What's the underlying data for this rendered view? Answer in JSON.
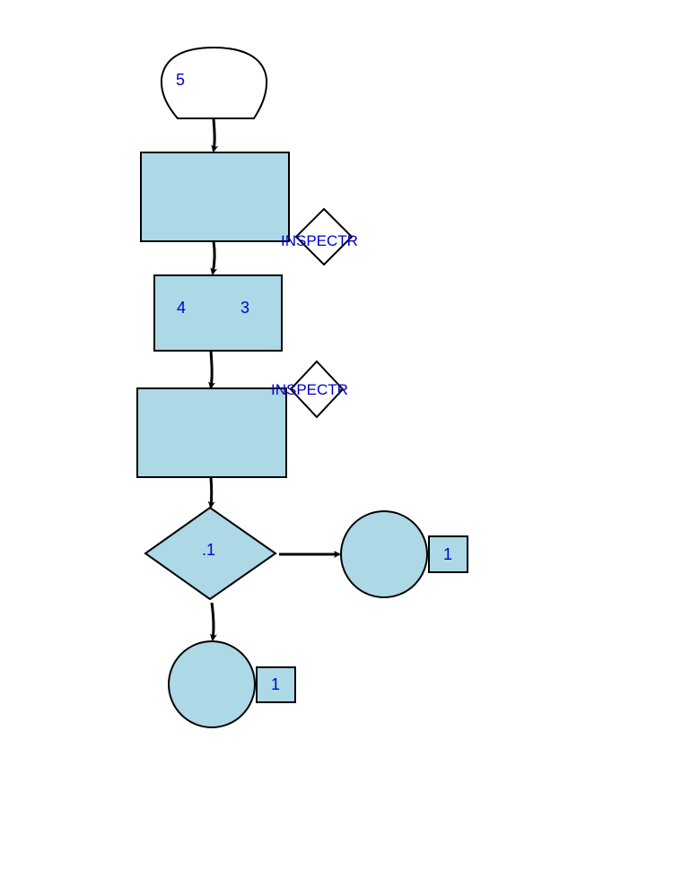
{
  "diagram": {
    "start_label": "5",
    "process_2_labels": [
      "4",
      "3"
    ],
    "decision_label": ".1",
    "inspect_labels": [
      "INSPECTR",
      "INSPECTR"
    ],
    "end_right_tag": "1",
    "end_bottom_tag": "1",
    "colors": {
      "node_fill": "#add8e6",
      "text": "#0000cc",
      "stroke": "#000000"
    }
  }
}
